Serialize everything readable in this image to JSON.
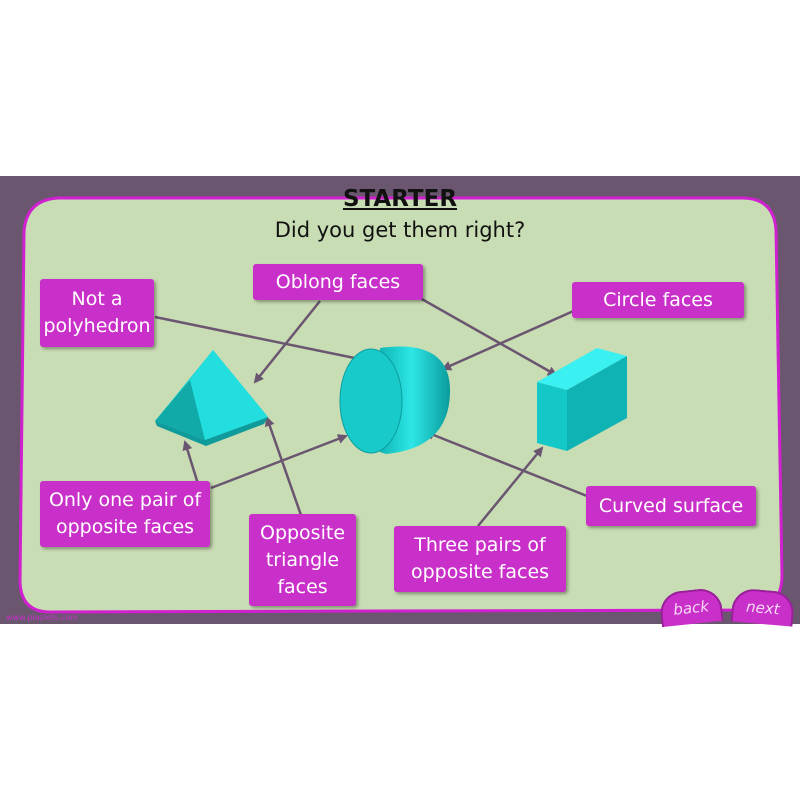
{
  "header": {
    "title": "STARTER",
    "subtitle": "Did you get them right?"
  },
  "labels": {
    "not_polyhedron": "Not a polyhedron",
    "oblong_faces": "Oblong faces",
    "circle_faces": "Circle faces",
    "one_pair": "Only one pair of opposite faces",
    "opposite_triangle": "Opposite triangle faces",
    "three_pairs": "Three pairs of opposite faces",
    "curved_surface": "Curved surface"
  },
  "nav": {
    "back": "back",
    "next": "next"
  },
  "credit": "www.plazlets.com",
  "colors": {
    "frame": "#6b5670",
    "board": "#c9ddb4",
    "board_border": "#d020d0",
    "label": "#c92fc9",
    "shape": "#1fd3d3",
    "arrow": "#6a5670"
  }
}
